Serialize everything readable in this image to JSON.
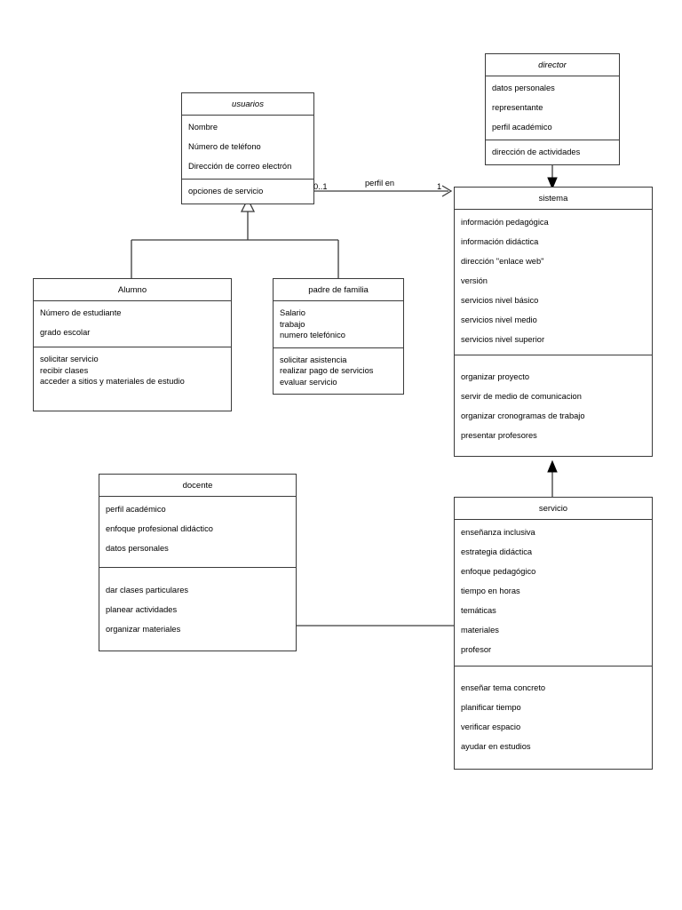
{
  "diagram": {
    "type": "uml-class-diagram",
    "title": "",
    "background": "#ffffff",
    "line_color": "#3a3a3a",
    "classes": [
      {
        "id": "director",
        "name": "director",
        "italic": true,
        "attributes": [
          "datos personales",
          "representante",
          "perfil académico"
        ],
        "operations": [
          "dirección de actividades"
        ]
      },
      {
        "id": "usuarios",
        "name": "usuarios",
        "italic": true,
        "attributes": [
          "Nombre",
          "Número de teléfono",
          "Dirección de correo electrón"
        ],
        "operations": [
          "opciones de servicio"
        ]
      },
      {
        "id": "sistema",
        "name": "sistema",
        "italic": false,
        "attributes": [
          "información pedagógica",
          "información didáctica",
          "dirección \"enlace web\"",
          "versión",
          "servicios nivel básico",
          "servicios nivel medio",
          "servicios nivel superior"
        ],
        "operations": [
          "organizar proyecto",
          "servir de medio de comunicacion",
          "organizar cronogramas de trabajo",
          "presentar profesores"
        ]
      },
      {
        "id": "alumno",
        "name": "Alumno",
        "italic": false,
        "attributes": [
          "Número de estudiante",
          "grado escolar"
        ],
        "operations": [
          "solicitar servicio",
          "recibir clases",
          "acceder a sitios y materiales de estudio"
        ]
      },
      {
        "id": "padre",
        "name": "padre de familia",
        "italic": false,
        "attributes": [
          "Salario",
          "trabajo",
          "numero telefónico"
        ],
        "operations": [
          "solicitar asistencia",
          "realizar pago de servicios",
          "evaluar servicio"
        ]
      },
      {
        "id": "docente",
        "name": "docente",
        "italic": false,
        "attributes": [
          "perfil académico",
          "enfoque profesional didáctico",
          "datos personales"
        ],
        "operations": [
          "dar clases particulares",
          "planear actividades",
          "organizar materiales"
        ]
      },
      {
        "id": "servicio",
        "name": "servicio",
        "italic": false,
        "attributes": [
          "enseñanza inclusiva",
          "estrategia didáctica",
          "enfoque pedagógico",
          "tiempo en horas",
          "temáticas",
          "materiales",
          "profesor"
        ],
        "operations": [
          "enseñar tema concreto",
          "planificar tiempo",
          "verificar espacio",
          "ayudar en estudios"
        ]
      }
    ],
    "associations": [
      {
        "id": "usuarios-sistema",
        "from": "usuarios",
        "to": "sistema",
        "label": "perfil en",
        "source_multiplicity": "0..1",
        "target_multiplicity": "1",
        "arrow": "open"
      },
      {
        "id": "director-sistema",
        "from": "director",
        "to": "sistema",
        "label": "",
        "arrow": "filled-down"
      },
      {
        "id": "servicio-sistema",
        "from": "servicio",
        "to": "sistema",
        "label": "",
        "arrow": "filled-up"
      },
      {
        "id": "docente-servicio",
        "from": "docente",
        "to": "servicio",
        "label": "",
        "arrow": "none"
      },
      {
        "id": "generalization-usuarios",
        "from": [
          "alumno",
          "padre"
        ],
        "to": "usuarios",
        "label": "",
        "arrow": "hollow-triangle"
      }
    ]
  }
}
